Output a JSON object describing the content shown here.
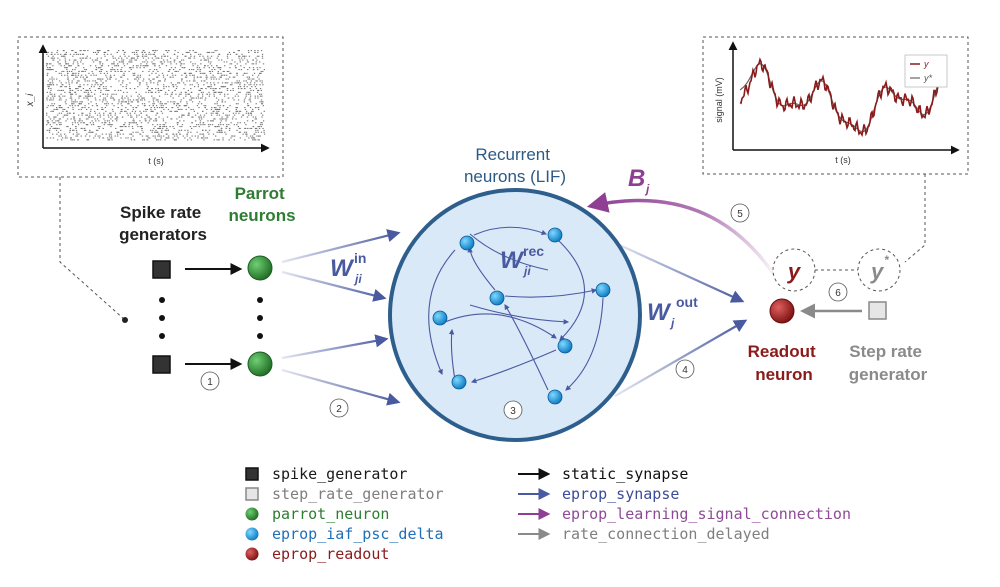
{
  "raster_panel": {
    "xlabel": "t (s)",
    "ylabel": "x_i"
  },
  "signal_panel": {
    "xlabel": "t (s)",
    "ylabel": "signal (mV)",
    "legend": [
      {
        "label": "y",
        "color": "#8b1a1a"
      },
      {
        "label": "y*",
        "color": "#555555"
      }
    ]
  },
  "labels": {
    "spike_rate_generators": [
      "Spike rate",
      "generators"
    ],
    "parrot_neurons": [
      "Parrot",
      "neurons"
    ],
    "recurrent_neurons": [
      "Recurrent",
      "neurons (LIF)"
    ],
    "readout_neuron": [
      "Readout",
      "neuron"
    ],
    "step_rate_generator": [
      "Step rate",
      "generator"
    ],
    "w_in": {
      "base": "W",
      "sub": "ji",
      "sup": "in"
    },
    "w_rec": {
      "base": "W",
      "sub": "ji",
      "sup": "rec"
    },
    "w_out": {
      "base": "W",
      "sub": "j",
      "sup": "out"
    },
    "b_j": {
      "base": "B",
      "sub": "j"
    },
    "y": "y",
    "y_star": {
      "base": "y",
      "sup": "*"
    }
  },
  "steps": [
    "1",
    "2",
    "3",
    "4",
    "5",
    "6"
  ],
  "legend": {
    "nodes": [
      {
        "label": "spike_generator",
        "color": "#1a1a1a",
        "shape": "square-dark"
      },
      {
        "label": "step_rate_generator",
        "color": "#7f7f7f",
        "shape": "square-light"
      },
      {
        "label": "parrot_neuron",
        "color": "#2e7d32",
        "shape": "circle-green"
      },
      {
        "label": "eprop_iaf_psc_delta",
        "color": "#1f6fb8",
        "shape": "circle-blue"
      },
      {
        "label": "eprop_readout",
        "color": "#8b1a1a",
        "shape": "circle-red"
      }
    ],
    "connections": [
      {
        "label": "static_synapse",
        "color": "#111111"
      },
      {
        "label": "eprop_synapse",
        "color": "#3a4b9a"
      },
      {
        "label": "eprop_learning_signal_connection",
        "color": "#8e4a96"
      },
      {
        "label": "rate_connection_delayed",
        "color": "#7f7f7f"
      }
    ]
  },
  "colors": {
    "green": "#2e7d32",
    "blue_text": "#2b5a86",
    "readout": "#8b1a1a",
    "learning": "#8e3f94",
    "eprop": "#4a5aa0",
    "gray": "#8a8a8a"
  }
}
